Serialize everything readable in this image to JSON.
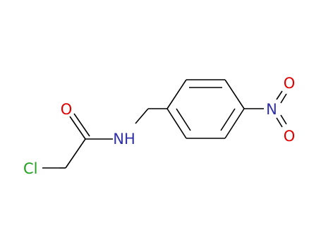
{
  "molecule": {
    "atoms": {
      "cl": {
        "label": "Cl",
        "color": "#1fa01f"
      },
      "o_carbonyl": {
        "label": "O",
        "color": "#e00000"
      },
      "nh": {
        "label": "NH",
        "color": "#2f2fa8"
      },
      "n_nitro": {
        "label": "N",
        "color": "#2f2fa8"
      },
      "o_nitro_top": {
        "label": "O",
        "color": "#e00000"
      },
      "o_nitro_bottom": {
        "label": "O",
        "color": "#e00000"
      }
    },
    "bond_color": "#000000"
  }
}
